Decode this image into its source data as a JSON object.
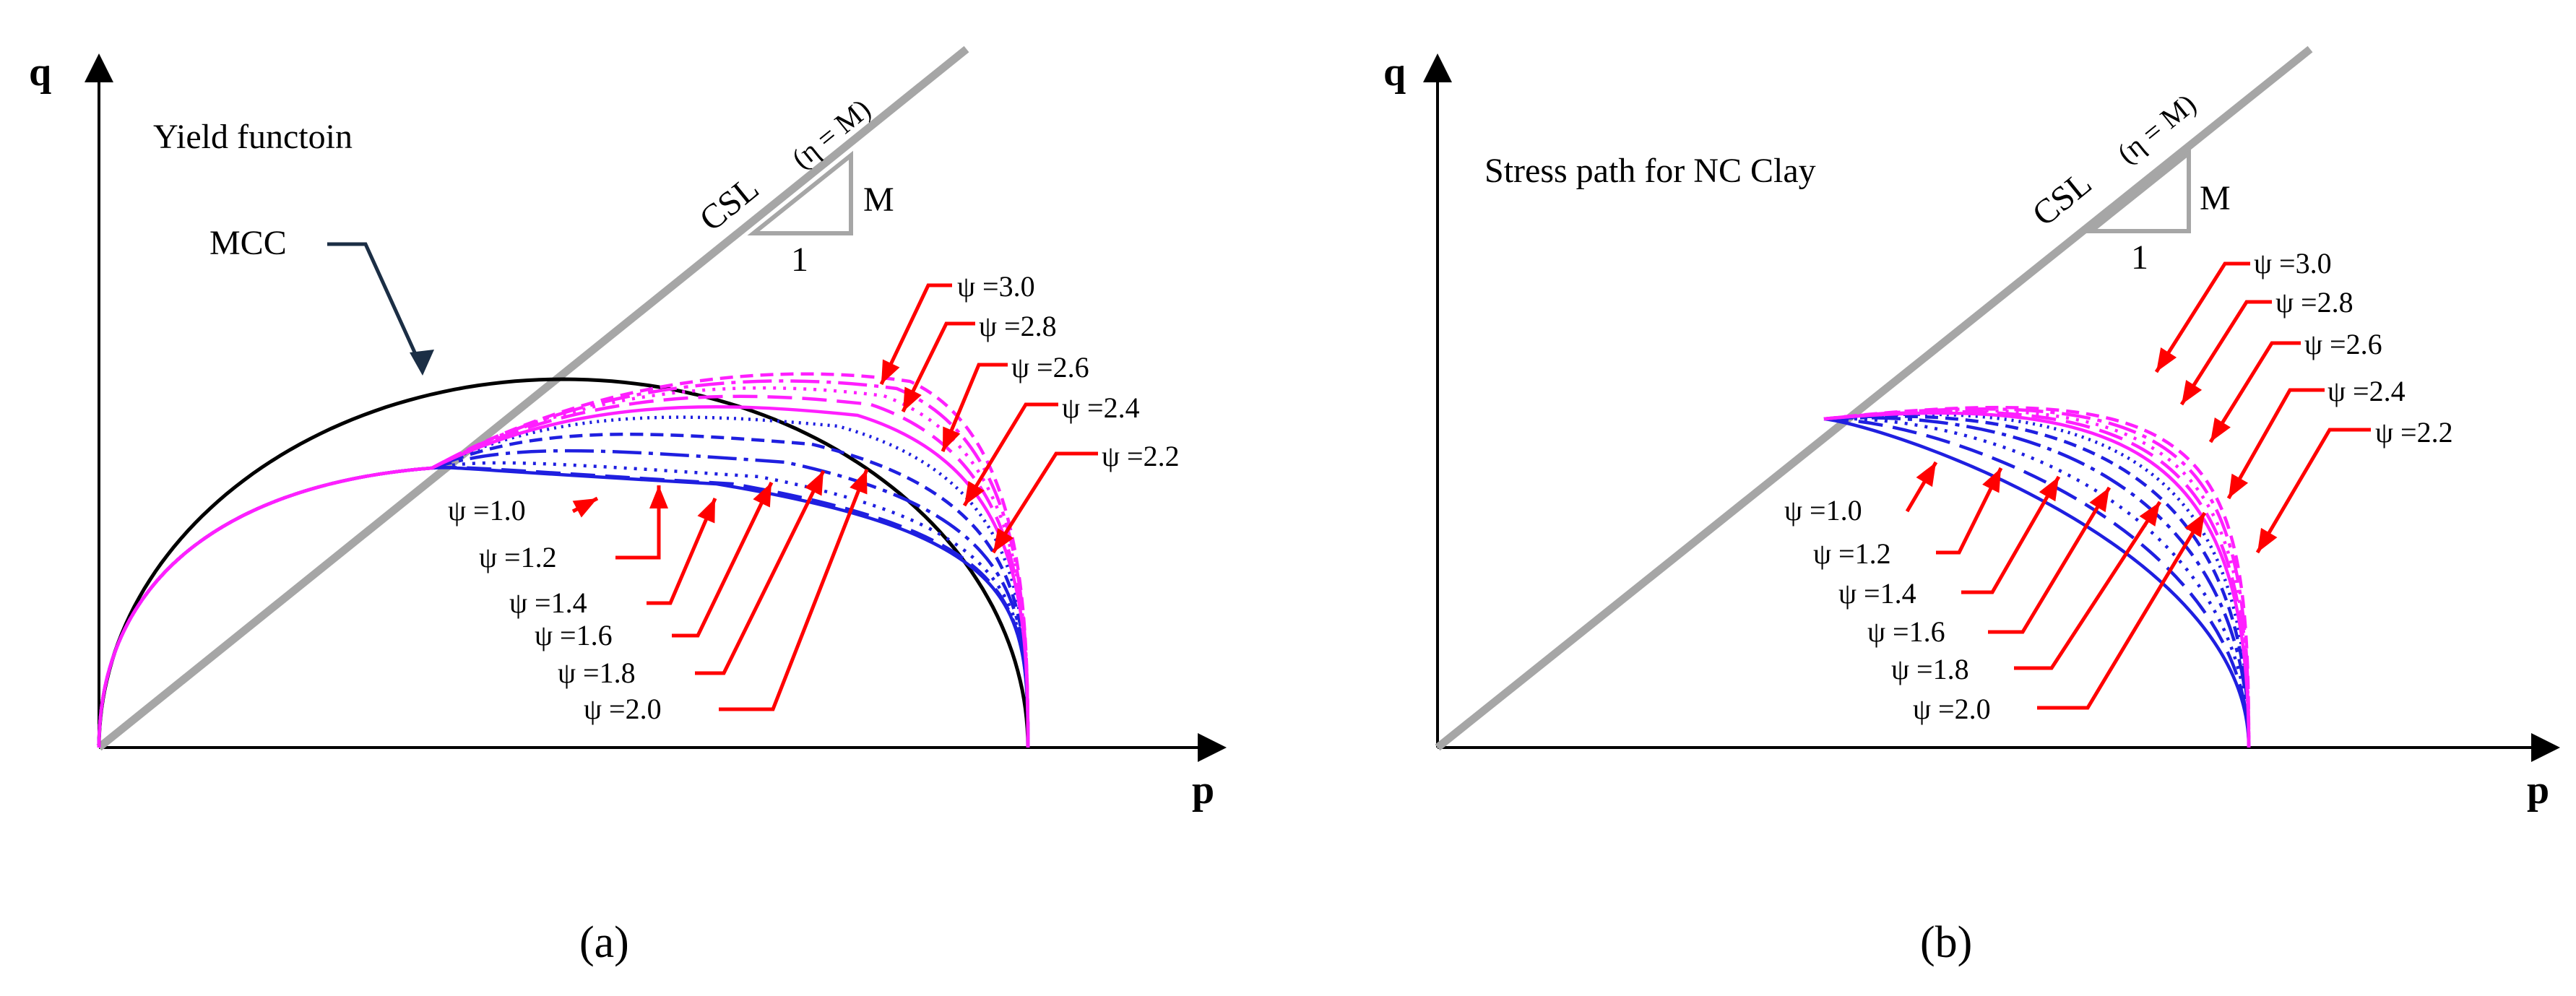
{
  "panels": [
    {
      "id": "a",
      "panel_label": "(a)",
      "title": "Yield functoin",
      "axis_x": "p",
      "axis_y": "q",
      "csl_label": "CSL",
      "csl_eta": "(η = M)",
      "slope_rise": "M",
      "slope_run": "1",
      "mcc_label": "MCC",
      "psi_labels": [
        "ψ =1.0",
        "ψ =1.2",
        "ψ =1.4",
        "ψ =1.6",
        "ψ =1.8",
        "ψ =2.0",
        "ψ =2.2",
        "ψ =2.4",
        "ψ =2.6",
        "ψ =2.8",
        "ψ =3.0"
      ]
    },
    {
      "id": "b",
      "panel_label": "(b)",
      "title": "Stress path for NC Clay",
      "axis_x": "p",
      "axis_y": "q",
      "csl_label": "CSL",
      "csl_eta": "(η = M)",
      "slope_rise": "M",
      "slope_run": "1",
      "psi_labels": [
        "ψ =1.0",
        "ψ =1.2",
        "ψ =1.4",
        "ψ =1.6",
        "ψ =1.8",
        "ψ =2.0",
        "ψ =2.2",
        "ψ =2.4",
        "ψ =2.6",
        "ψ =2.8",
        "ψ =3.0"
      ]
    }
  ],
  "colors": {
    "axis": "#000000",
    "csl": "#a6a6a6",
    "mcc": "#000000",
    "low_psi_curves": "#1f1fe0",
    "high_psi_curves": "#ff1fff",
    "arrows": "#ff0000"
  }
}
